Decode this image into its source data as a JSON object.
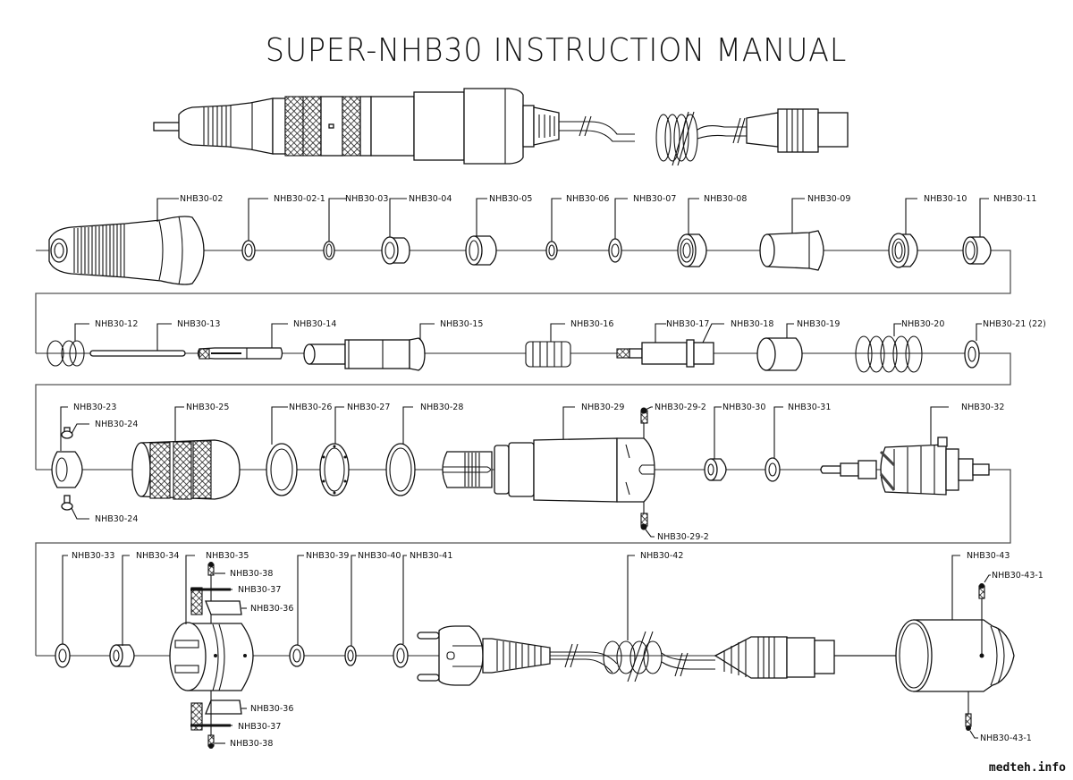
{
  "title": "SUPER-NHB30 INSTRUCTION MANUAL",
  "watermark": "medteh.info",
  "assembled_view": {
    "name": "assembled-handpiece-with-cord"
  },
  "rows": [
    {
      "name": "row-1",
      "labels": [
        "NHB30-02",
        "NHB30-02-1",
        "NHB30-03",
        "NHB30-04",
        "NHB30-05",
        "NHB30-06",
        "NHB30-07",
        "NHB30-08",
        "NHB30-09",
        "NHB30-10",
        "NHB30-11"
      ]
    },
    {
      "name": "row-2",
      "labels": [
        "NHB30-12",
        "NHB30-13",
        "NHB30-14",
        "NHB30-15",
        "NHB30-16",
        "NHB30-17",
        "NHB30-18",
        "NHB30-19",
        "NHB30-20",
        "NHB30-21 (22)"
      ]
    },
    {
      "name": "row-3",
      "labels": [
        "NHB30-23",
        "NHB30-24",
        "NHB30-24",
        "NHB30-25",
        "NHB30-26",
        "NHB30-27",
        "NHB30-28",
        "NHB30-29",
        "NHB30-29-2",
        "NHB30-29-2",
        "NHB30-30",
        "NHB30-31",
        "NHB30-32"
      ]
    },
    {
      "name": "row-4",
      "labels": [
        "NHB30-33",
        "NHB30-34",
        "NHB30-35",
        "NHB30-38",
        "NHB30-37",
        "NHB30-36",
        "NHB30-36",
        "NHB30-37",
        "NHB30-38",
        "NHB30-39",
        "NHB30-40",
        "NHB30-41",
        "NHB30-42",
        "NHB30-43",
        "NHB30-43-1",
        "NHB30-43-1"
      ]
    }
  ]
}
